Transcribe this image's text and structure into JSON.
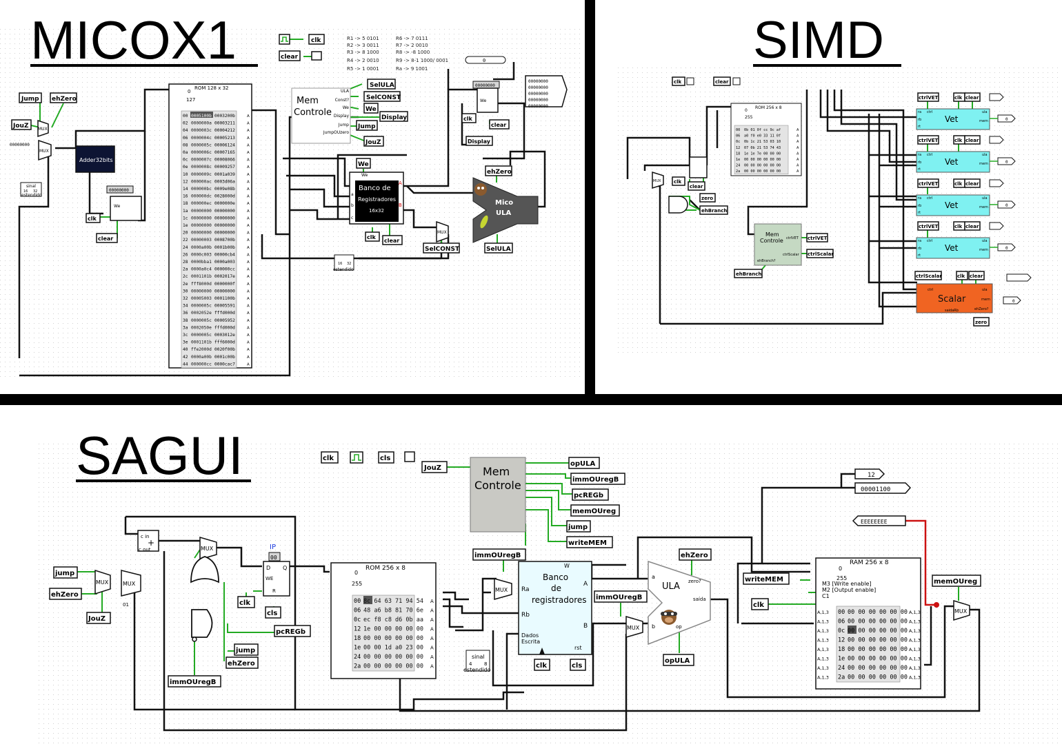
{
  "sections": {
    "micox1": "MICOX1",
    "simd": "SIMD",
    "sagui": "SAGUI"
  },
  "micox1": {
    "reg_map_left": [
      "R1 -> 5  0101",
      "R2 -> 3  0011",
      "R3 -> 8  1000",
      "R4 -> 2  0010",
      "R5 -> 1  0001"
    ],
    "reg_map_right": [
      "R6 -> 7  0111",
      "R7 -> 2  0010",
      "R8 -> -8 1000",
      "R9 -> 8-1 1000/ 0001",
      "Ra -> 9 1001"
    ],
    "rom_title": "ROM 128 x 32",
    "rom_addr_top": "0",
    "rom_addr_bot": "127",
    "rom_rows": [
      [
        "00",
        "0005100b",
        "0003200b"
      ],
      [
        "02",
        "0000000a",
        "00003211"
      ],
      [
        "04",
        "0000003c",
        "00004212"
      ],
      [
        "06",
        "0000004c",
        "00005213"
      ],
      [
        "08",
        "0000005c",
        "00006124"
      ],
      [
        "0a",
        "0000006c",
        "00007165"
      ],
      [
        "0c",
        "0000007c",
        "00008066"
      ],
      [
        "0e",
        "0000008c",
        "00009257"
      ],
      [
        "10",
        "0000009c",
        "0001a039"
      ],
      [
        "12",
        "000000ac",
        "0003d06a"
      ],
      [
        "14",
        "000000bc",
        "0009e08b"
      ],
      [
        "16",
        "000000dc",
        "0028000d"
      ],
      [
        "18",
        "000000ec",
        "0000000e"
      ],
      [
        "1a",
        "00000000",
        "00000000"
      ],
      [
        "1c",
        "00000000",
        "00000000"
      ],
      [
        "1e",
        "00000000",
        "00000000"
      ],
      [
        "20",
        "00000000",
        "00000000"
      ],
      [
        "22",
        "00000003",
        "0008700b"
      ],
      [
        "24",
        "0000a00b",
        "0001b00b"
      ],
      [
        "26",
        "0000c003",
        "00000cb4"
      ],
      [
        "28",
        "0000bba1",
        "0000a003"
      ],
      [
        "2a",
        "0000a0c4",
        "000000cc"
      ],
      [
        "2c",
        "0001101b",
        "0002017e"
      ],
      [
        "2e",
        "fff8000d",
        "0000000f"
      ],
      [
        "30",
        "00000000",
        "00000000"
      ],
      [
        "32",
        "00005003",
        "0001100b"
      ],
      [
        "34",
        "0000005c",
        "00005591"
      ],
      [
        "36",
        "0002052e",
        "fffd000d"
      ],
      [
        "38",
        "0000005c",
        "00005952"
      ],
      [
        "3a",
        "0002050e",
        "fffd000d"
      ],
      [
        "3c",
        "0000005c",
        "0003012e"
      ],
      [
        "3e",
        "0001101b",
        "fff6000d"
      ],
      [
        "40",
        "ffe2000d",
        "0020f00b"
      ],
      [
        "42",
        "0000a00b",
        "0001c00b"
      ],
      [
        "44",
        "000000cc",
        "0000cac7"
      ]
    ],
    "adder_label": "Adder32bits",
    "reg_value": "00000000",
    "pc_value": "00000000",
    "out_value": "00000000",
    "dbl_value": "0",
    "mem_controle": "Mem\nControle",
    "mc_outputs": [
      "ULA",
      "Const?",
      "We",
      "Display",
      "Jump",
      "JumpOUzero"
    ],
    "banco": "Banco de",
    "registradores": "Registradores",
    "banco_size": "16x32",
    "mico": "Mico",
    "ula": "ULA",
    "sinal": "sinal",
    "estendido": "estendido",
    "tunnels": {
      "clk": "clk",
      "clear": "clear",
      "jump": "Jump",
      "ehzero": "ehZero",
      "jouz": "JouZ",
      "selula": "SelULA",
      "selconst": "SelCONST",
      "we": "We",
      "display": "Display"
    },
    "mux": "MUX",
    "matrix_rows": [
      "00000000",
      "00000000",
      "00000000",
      "00000000",
      "00000000"
    ],
    "we_pin": "We",
    "pin_a": "A",
    "pin_b": "B",
    "pin_a_in": "a",
    "pin_b_in": "b",
    "pin_c_in": "c",
    "n16": "16",
    "n32": "32"
  },
  "simd": {
    "rom_title": "ROM 256 x 8",
    "rom_addr_top": "0",
    "rom_addr_bot": "255",
    "rom_rows": [
      [
        "00",
        "0b 01 0f cc 9c af"
      ],
      [
        "06",
        "a0 f0 e0 33 11 0f"
      ],
      [
        "0c",
        "0b 1c 21 53 03 10"
      ],
      [
        "12",
        "07 0b 21 53 74 43"
      ],
      [
        "18",
        "1e 1e 7e 00 00 00"
      ],
      [
        "1e",
        "00 00 00 00 00 00"
      ],
      [
        "24",
        "00 00 00 00 00 00"
      ],
      [
        "2a",
        "00 00 00 00 00 00"
      ]
    ],
    "vet": "Vet",
    "scalar": "Scalar",
    "ctrlvet": "ctrlVET",
    "ctrlscalar": "ctrlScalar",
    "clk": "clk",
    "clear": "clear",
    "zero": "zero",
    "ehbranch": "ehBranch",
    "mem_controle": "Mem\nControle",
    "mux": "MUX",
    "ula": "ula",
    "mem": "mem",
    "ctrl": "ctrl",
    "ehzero_q": "ehZero?",
    "saida_rb": "saidaRb",
    "ehbranch_q": "ehBranch?",
    "out_val": "0",
    "pin_ra": "ra",
    "pin_rb": "rb",
    "pin_rt": "rt"
  },
  "sagui": {
    "mem_controle": "Mem\nControle",
    "outputs": [
      "opULA",
      "immOUregB",
      "pcREGb",
      "memOUreg",
      "jump",
      "writeMEM"
    ],
    "clk": "clk",
    "cls": "cls",
    "jouz": "JouZ",
    "jump": "jump",
    "ehzero": "ehZero",
    "immouregb": "immOUregB",
    "pcregb": "pcREGb",
    "ip": "IP",
    "ip_val": "00",
    "rom_title": "ROM 256 x 8",
    "rom_addr_top": "0",
    "rom_addr_bot": "255",
    "rom_rows": [
      [
        "00",
        "8c 64 63 71 94 54"
      ],
      [
        "06",
        "48 a6 b8 81 70 6e"
      ],
      [
        "0c",
        "ec f8 c8 d6 0b aa"
      ],
      [
        "12",
        "1e 00 00 00 00 00"
      ],
      [
        "18",
        "00 00 00 00 00 00"
      ],
      [
        "1e",
        "00 00 1d a0 23 00"
      ],
      [
        "24",
        "00 00 00 00 00 00"
      ],
      [
        "2a",
        "00 00 00 00 00 00"
      ]
    ],
    "banco": "Banco",
    "de": "de",
    "registradores": "registradores",
    "dados_escrita": "Dados\nEscrita",
    "ula": "ULA",
    "zero_q": "zero?",
    "saida": "saída",
    "op": "op",
    "opula": "opULA",
    "writemem": "writeMEM",
    "memoureg": "memOUreg",
    "ram_title": "RAM 256 x 8",
    "ram_addr_top": "0",
    "ram_addr_bot": "255",
    "ram_m3": "M3 [Write enable]",
    "ram_m2": "M2 [Output enable]",
    "ram_c1": "C1",
    "ram_rows": [
      [
        "00",
        "00 00 00 00 00 00"
      ],
      [
        "06",
        "00 00 00 00 00 00"
      ],
      [
        "0c",
        "00 00 00 00 00 00"
      ],
      [
        "12",
        "00 00 00 00 00 00"
      ],
      [
        "18",
        "00 00 00 00 00 00"
      ],
      [
        "1e",
        "00 00 00 00 00 00"
      ],
      [
        "24",
        "00 00 00 00 00 00"
      ],
      [
        "2a",
        "00 00 00 00 00 00"
      ]
    ],
    "probe_12": "12",
    "probe_bin": "00001100",
    "probe_e": "EEEEEEEE",
    "sinal": "sinal",
    "estendido": "estendido",
    "n4": "4",
    "n8": "8",
    "mux": "MUX",
    "n01": "01",
    "a_in": "a",
    "b_in": "b",
    "ra": "Ra",
    "rb": "Rb",
    "w": "W",
    "rst": "rst",
    "pin_a": "A",
    "pin_b": "B",
    "cin": "c in",
    "cout": "c out",
    "a13": "A,1,3",
    "a1l": "A,1,3"
  },
  "colors": {
    "wire": "#111111",
    "wire_on": "#22aa22",
    "wire_red": "#cc1111",
    "cyan": "#7ff1f1",
    "orange": "#f06422",
    "gray_block": "#c9c9c4",
    "mc_green": "#c5d9c3",
    "banco_bg": "#e9fbff",
    "ula_gray": "#555555"
  }
}
